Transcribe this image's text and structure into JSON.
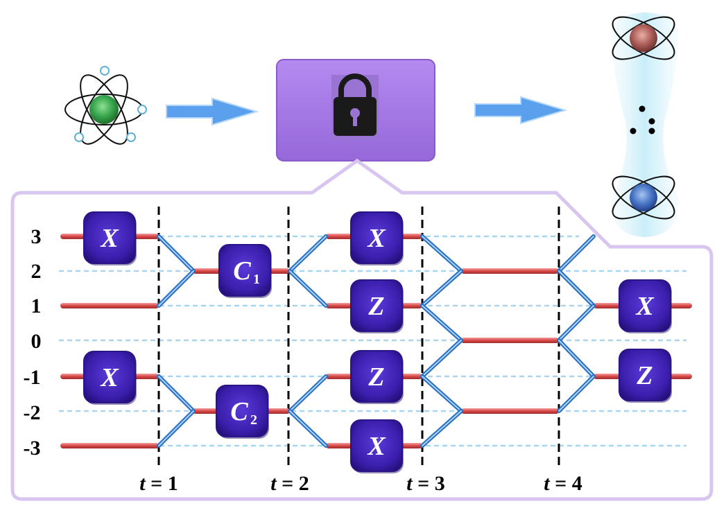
{
  "levels": [
    "3",
    "2",
    "1",
    "0",
    "-1",
    "-2",
    "-3"
  ],
  "time_steps": [
    {
      "var": "t",
      "eq": " = ",
      "num": "1"
    },
    {
      "var": "t",
      "eq": " = ",
      "num": "2"
    },
    {
      "var": "t",
      "eq": " = ",
      "num": "3"
    },
    {
      "var": "t",
      "eq": " = ",
      "num": "4"
    }
  ],
  "gates": [
    {
      "letter": "X",
      "sub": ""
    },
    {
      "letter": "X",
      "sub": ""
    },
    {
      "letter": "C",
      "sub": "1"
    },
    {
      "letter": "C",
      "sub": "2"
    },
    {
      "letter": "X",
      "sub": ""
    },
    {
      "letter": "Z",
      "sub": ""
    },
    {
      "letter": "Z",
      "sub": ""
    },
    {
      "letter": "X",
      "sub": ""
    },
    {
      "letter": "X",
      "sub": ""
    },
    {
      "letter": "Z",
      "sub": ""
    }
  ],
  "icons": {
    "input_atom": "atom-icon",
    "process": "lock-icon",
    "output_top": "atom-icon",
    "output_bottom": "atom-icon",
    "ellipsis": "vertical-ellipsis-icon"
  },
  "colors": {
    "gate": "#3b1fae",
    "waveguide": "#e05a5a",
    "coupler": "#4a90e0",
    "dashed_level": "#a8d4f0",
    "panel_border": "#d9c6f0",
    "lock_box": "#a57ae6",
    "arrow": "#5aa0ec",
    "atom_green": "#3aa850",
    "atom_red": "#b0605a",
    "atom_blue": "#4a78c8"
  }
}
